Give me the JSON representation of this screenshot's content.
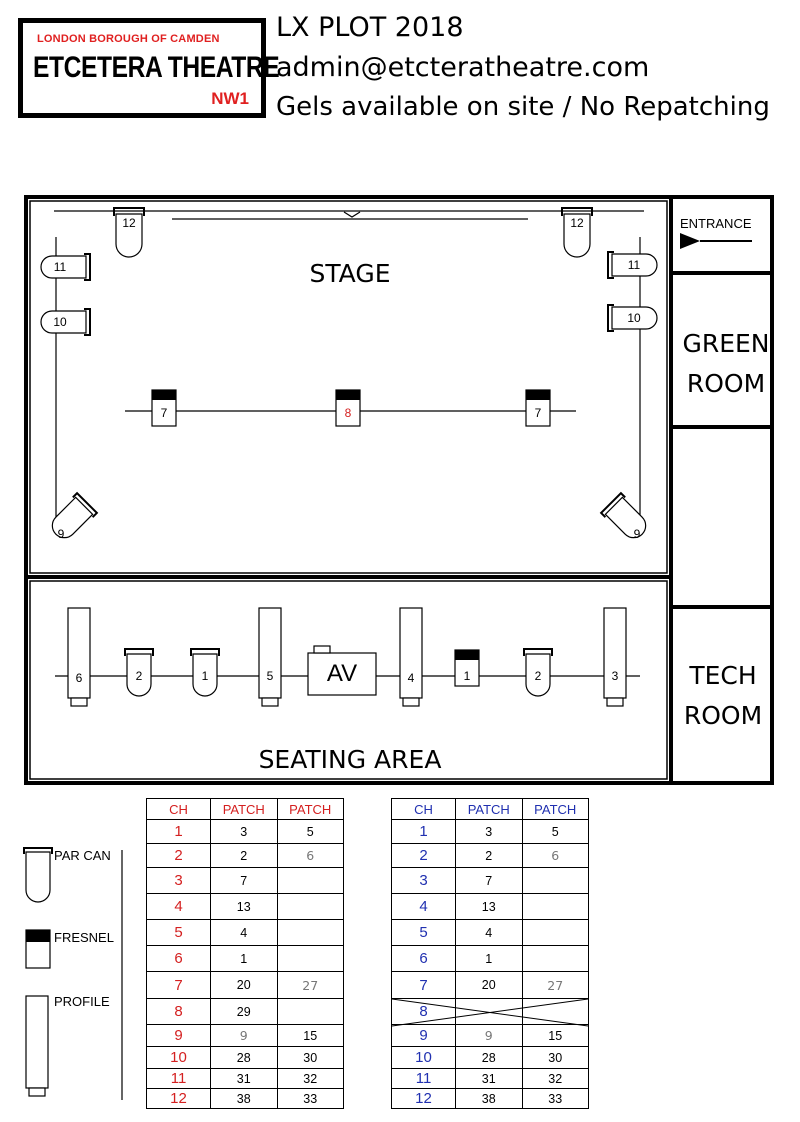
{
  "logo": {
    "top_line": "LONDON BOROUGH OF CAMDEN",
    "main": "ETCETERA THEATRE",
    "postcode": "NW1"
  },
  "header": {
    "title": "LX PLOT 2018",
    "email": "admin@etcteratheatre.com",
    "note": "Gels available on site / No Repatching"
  },
  "rooms": {
    "stage": "STAGE",
    "seating": "SEATING AREA",
    "green_room": "GREEN ROOM",
    "tech_room": "TECH ROOM",
    "entrance": "ENTRANCE",
    "av": "AV"
  },
  "fixtures": {
    "stage_top_left": "12",
    "stage_top_right": "12",
    "stage_left_upper": "11",
    "stage_left_lower": "10",
    "stage_right_upper": "11",
    "stage_right_lower": "10",
    "mid_left": "7",
    "mid_center": "8",
    "mid_right": "7",
    "corner_left": "9",
    "corner_right": "9",
    "seat_profile_1": "6",
    "seat_parcan_1": "2",
    "seat_parcan_2": "1",
    "seat_profile_2": "5",
    "seat_profile_3": "4",
    "seat_fresnel_1": "1",
    "seat_parcan_3": "2",
    "seat_profile_4": "3"
  },
  "legend": {
    "par_can": "PAR CAN",
    "fresnel": "FRESNEL",
    "profile": "PROFILE"
  },
  "colors": {
    "red": "#d42020",
    "blue": "#2030b0",
    "handwriting": "#777777"
  },
  "table_red": {
    "headers": [
      "CH",
      "PATCH",
      "PATCH"
    ],
    "rows": [
      [
        "1",
        "3",
        "5"
      ],
      [
        "2",
        "2",
        "6"
      ],
      [
        "3",
        "7",
        ""
      ],
      [
        "4",
        "13",
        ""
      ],
      [
        "5",
        "4",
        ""
      ],
      [
        "6",
        "1",
        ""
      ],
      [
        "7",
        "20",
        "27"
      ],
      [
        "8",
        "29",
        ""
      ],
      [
        "9",
        "9",
        "15"
      ],
      [
        "10",
        "28",
        "30"
      ],
      [
        "11",
        "31",
        "32"
      ],
      [
        "12",
        "38",
        "33"
      ]
    ]
  },
  "table_blue": {
    "headers": [
      "CH",
      "PATCH",
      "PATCH"
    ],
    "rows": [
      [
        "1",
        "3",
        "5"
      ],
      [
        "2",
        "2",
        "6"
      ],
      [
        "3",
        "7",
        ""
      ],
      [
        "4",
        "13",
        ""
      ],
      [
        "5",
        "4",
        ""
      ],
      [
        "6",
        "1",
        ""
      ],
      [
        "7",
        "20",
        "27"
      ],
      [
        "8",
        "",
        ""
      ],
      [
        "9",
        "9",
        "15"
      ],
      [
        "10",
        "28",
        "30"
      ],
      [
        "11",
        "31",
        "32"
      ],
      [
        "12",
        "38",
        "33"
      ]
    ]
  }
}
